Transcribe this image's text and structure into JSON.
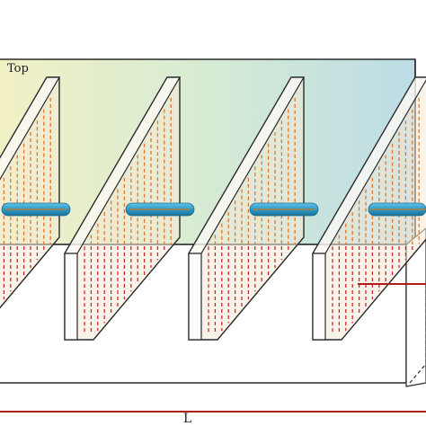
{
  "labels": {
    "top": "Top",
    "length": "L"
  },
  "colors": {
    "gradient_left": "#f2f1c6",
    "gradient_mid": "#d9ecd2",
    "gradient_right": "#bcdde6",
    "frame": "#2a2a2a",
    "plate_face": "#f4ead7",
    "upper_fiber": "#d9792e",
    "lower_fiber": "#cc2a2a",
    "rod": "#2c9cc8",
    "rod_core": "#c8781e",
    "dimension_line": "#b01c1c"
  },
  "icons": {
    "plate": "transparent-plate",
    "rod": "cylindrical-rod"
  }
}
